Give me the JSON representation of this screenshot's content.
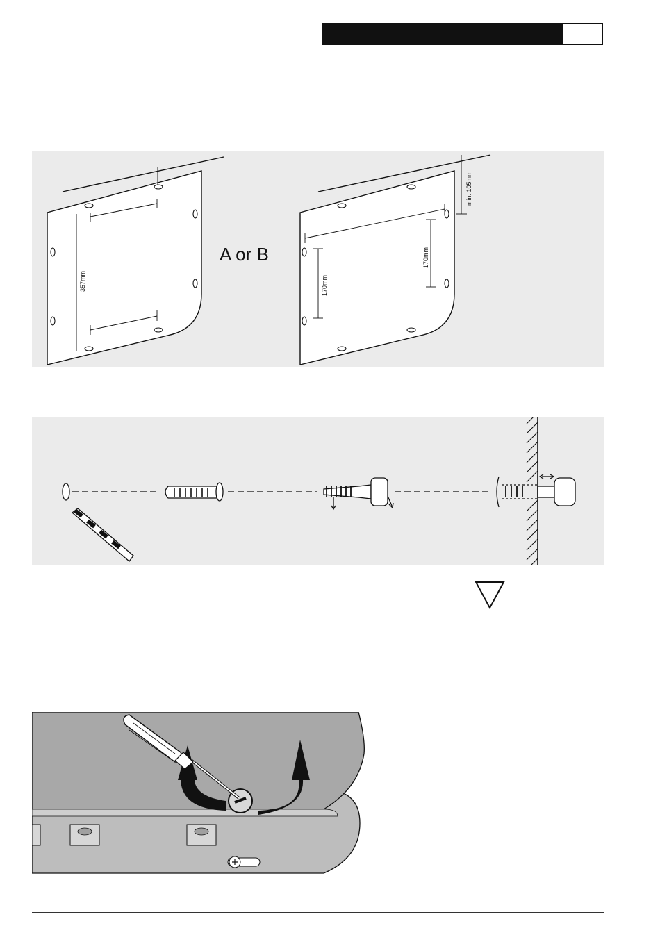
{
  "figure_mounting": {
    "option_label": "A or B",
    "dim_a_height": "357mm",
    "dim_b_height_left": "170mm",
    "dim_b_height_right": "170mm",
    "dim_b_clearance": "min. 105mm"
  },
  "icons": {
    "warning": "warning-triangle-icon",
    "drill": "drill-bit-icon",
    "screwdriver": "screwdriver-icon"
  }
}
